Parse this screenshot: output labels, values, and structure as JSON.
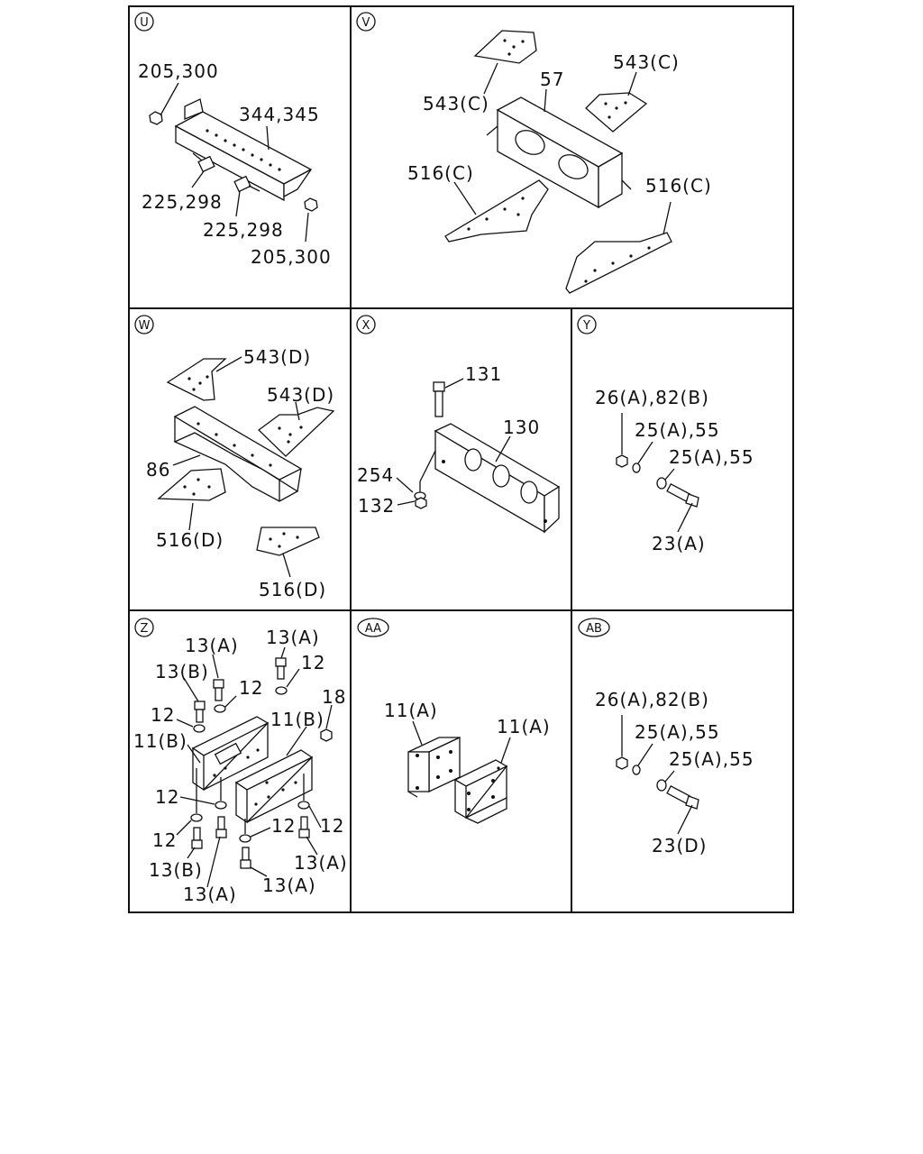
{
  "panels": [
    {
      "tag": "U",
      "labels": [
        "205,300",
        "344,345",
        "225,298",
        "225,298",
        "205,300"
      ]
    },
    {
      "tag": "V",
      "labels": [
        "543(C)",
        "57",
        "543(C)",
        "516(C)",
        "516(C)"
      ]
    },
    {
      "tag": "W",
      "labels": [
        "543(D)",
        "543(D)",
        "86",
        "516(D)",
        "516(D)"
      ]
    },
    {
      "tag": "X",
      "labels": [
        "131",
        "130",
        "254",
        "132"
      ]
    },
    {
      "tag": "Y",
      "labels": [
        "26(A),82(B)",
        "25(A),55",
        "25(A),55",
        "23(A)"
      ]
    },
    {
      "tag": "Z",
      "labels": [
        "13(A)",
        "13(A)",
        "13(B)",
        "12",
        "12",
        "12",
        "11(B)",
        "18",
        "11(B)",
        "12",
        "12",
        "12",
        "12",
        "13(B)",
        "13(A)",
        "13(A)",
        "13(A)"
      ]
    },
    {
      "tag": "AA",
      "labels": [
        "11(A)",
        "11(A)"
      ]
    },
    {
      "tag": "AB",
      "labels": [
        "26(A),82(B)",
        "25(A),55",
        "25(A),55",
        "23(D)"
      ]
    }
  ]
}
